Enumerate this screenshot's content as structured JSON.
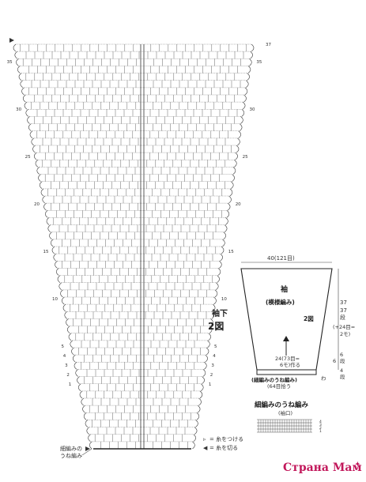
{
  "chart_rows": {
    "top_right": "37",
    "left_numbers": [
      "35",
      "30",
      "25",
      "20",
      "15",
      "10",
      "5",
      "4",
      "3",
      "2",
      "1"
    ],
    "right_numbers": [
      "35",
      "30",
      "25",
      "20",
      "15",
      "10",
      "5",
      "4",
      "3",
      "2",
      "1"
    ]
  },
  "labels": {
    "sleeve_under": "袖下",
    "figure_no": "2図",
    "bottom_stitch_line1": "細編みの",
    "bottom_stitch_line2": "うね編み"
  },
  "legend": {
    "join_yarn": "= 糸をつける",
    "cut_yarn": "= 糸を切る"
  },
  "schematic": {
    "top_width": "40(121目)",
    "title": "袖",
    "pattern": "(模様編み)",
    "figure": "2図",
    "height_1": "37",
    "height_2": "37",
    "height_unit": "段",
    "increase": "(+24目=",
    "increase_2": "2モ)",
    "bottom_count": "24(73目=",
    "bottom_count_2": "6モ)作る",
    "bottom_band": "(細編みのうね編み)",
    "bottom_band_count": "(64目拾う",
    "ribbon_num1": "6",
    "ribbon_unit1": "段",
    "ribbon_num2": "4",
    "ribbon_unit2": "段",
    "side_num": "6",
    "wa": "わ"
  },
  "cuff": {
    "title": "細編みのうね編み",
    "subtitle": "(袖口)",
    "row_numbers": [
      "4",
      "3",
      "2",
      "1"
    ]
  },
  "watermark": {
    "site": "Страна Мам",
    "star": "✦"
  },
  "colors": {
    "line": "#555555",
    "watermark": "#c2185b"
  }
}
